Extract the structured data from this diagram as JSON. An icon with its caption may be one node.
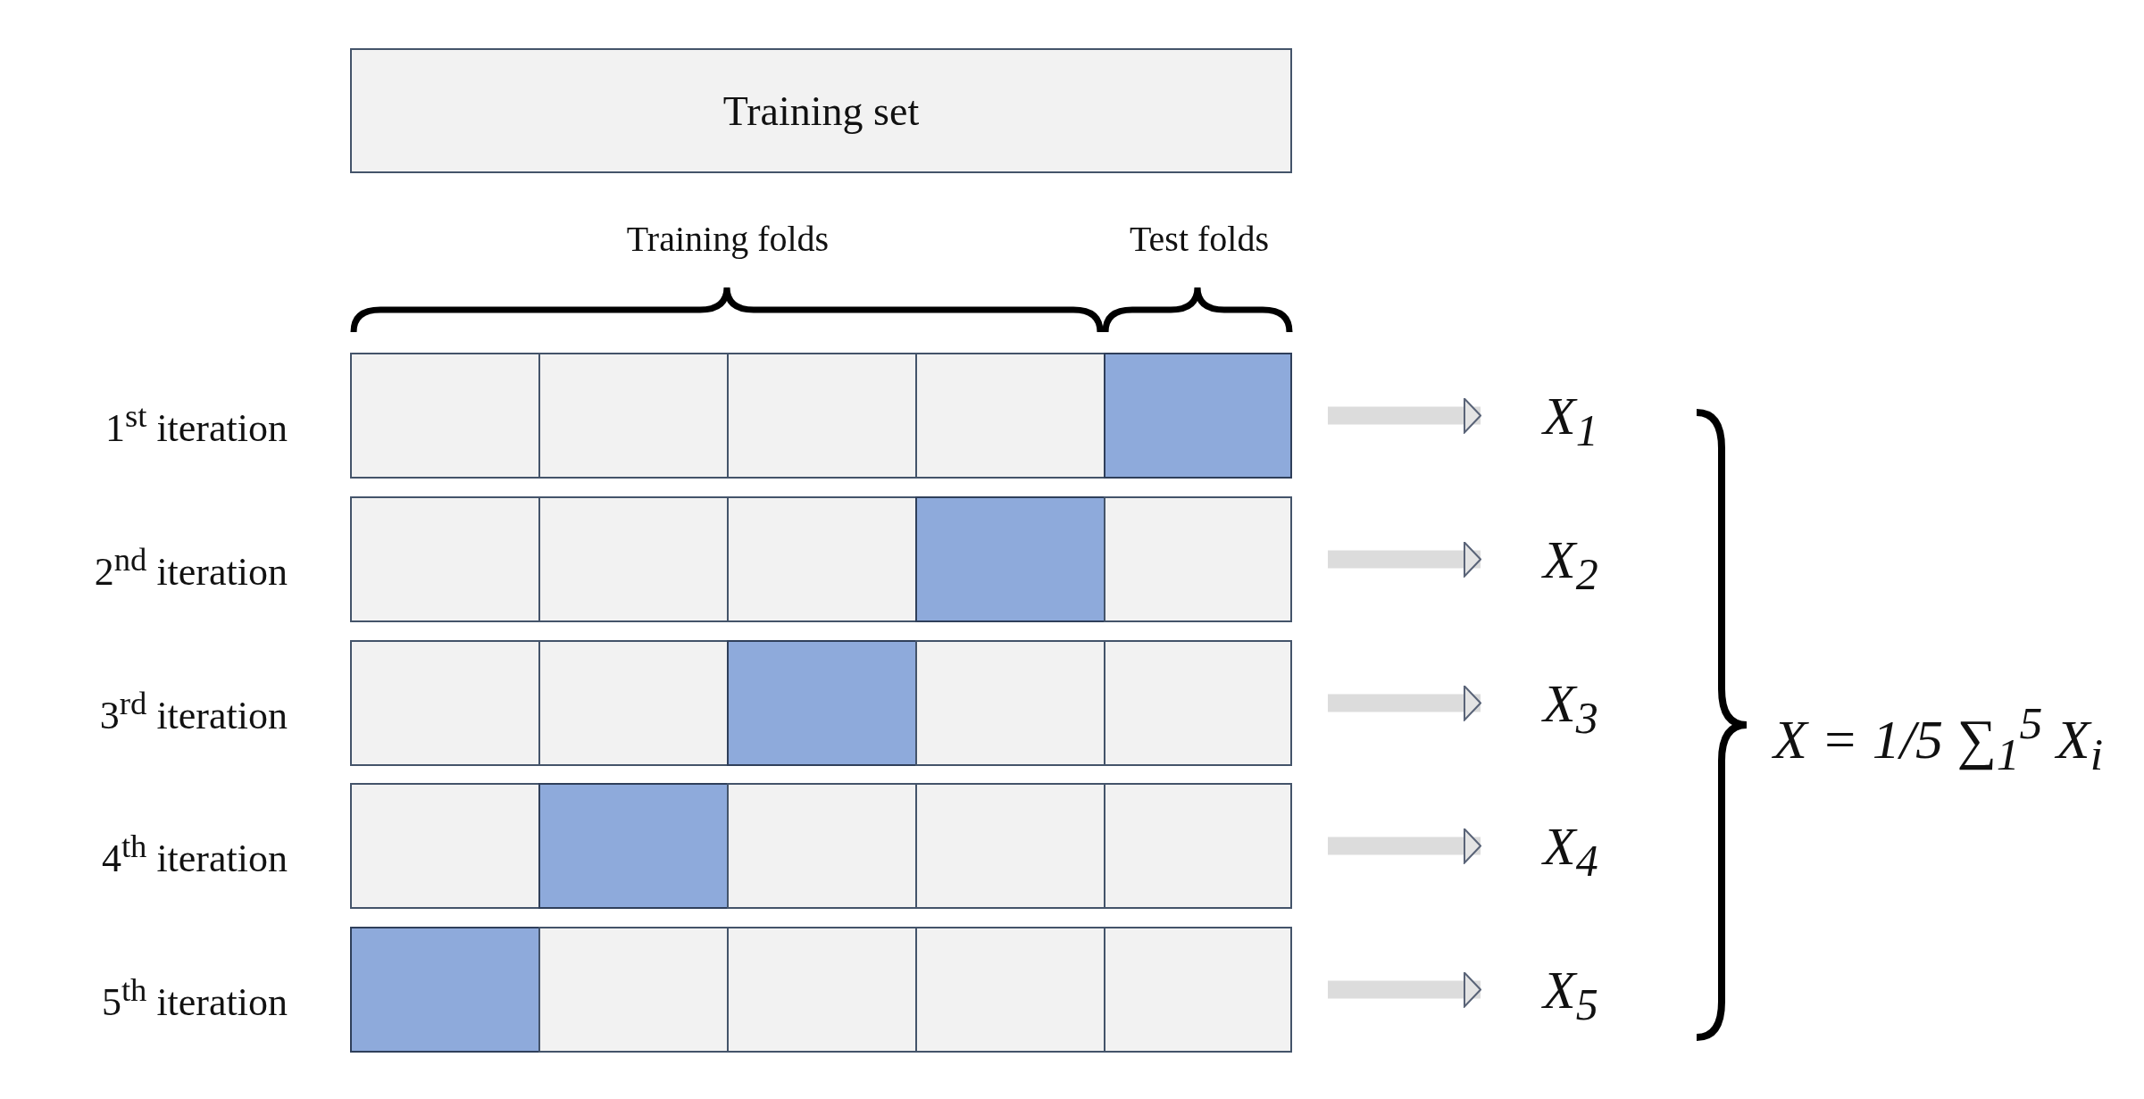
{
  "diagram": {
    "nodes": [
      {
        "text": [
          "Training set"
        ]
      },
      {
        "text": [],
        "shape": "bar",
        "beside": [
          "1$^{st}$ iteration"
        ]
      },
      {
        "text": [],
        "shape": "box",
        "in": 1
      },
      {
        "text": [],
        "shape": "box",
        "in": 1
      },
      {
        "text": [],
        "shape": "box",
        "in": 1
      },
      {
        "text": [],
        "shape": "box",
        "in": 1
      },
      {
        "text": [],
        "shape": "box",
        "in": 1
      },
      {
        "text": [],
        "shape": "bar",
        "beside": [
          "2$^{nd}$ iteration"
        ]
      },
      {
        "text": [],
        "shape": "box",
        "in": 7
      },
      {
        "text": [],
        "shape": "box",
        "in": 7
      },
      {
        "text": [],
        "shape": "box",
        "in": 7
      },
      {
        "text": [],
        "shape": "box",
        "in": 7
      },
      {
        "text": [],
        "shape": "box",
        "in": 7
      },
      {
        "text": [],
        "shape": "bar",
        "beside": [
          "3$^{rd}$ iteration"
        ]
      },
      {
        "text": [],
        "shape": "box",
        "in": 13
      },
      {
        "text": [],
        "shape": "box",
        "in": 13
      },
      {
        "text": [],
        "shape": "box",
        "in": 13
      },
      {
        "text": [],
        "shape": "box",
        "in": 13
      },
      {
        "text": [],
        "shape": "box",
        "in": 13
      },
      {
        "text": [],
        "shape": "bar",
        "beside": [
          "4$^{th}$ iteration"
        ]
      },
      {
        "text": [],
        "shape": "box",
        "in": 19
      },
      {
        "text": [],
        "shape": "box",
        "in": 19
      },
      {
        "text": [],
        "shape": "box",
        "in": 19
      },
      {
        "text": [],
        "shape": "box",
        "in": 19
      },
      {
        "text": [],
        "shape": "box",
        "in": 19
      },
      {
        "text": [],
        "shape": "bar",
        "beside": [
          "5$^{th}$ iteration"
        ]
      },
      {
        "text": [],
        "shape": "box",
        "in": 25
      },
      {
        "text": [],
        "shape": "box",
        "in": 25
      },
      {
        "text": [],
        "shape": "box",
        "in": 25
      },
      {
        "text": [],
        "shape": "box",
        "in": 25
      },
      {
        "text": [],
        "shape": "box",
        "in": 25
      },
      {
        "text": [
          "X$_{1}$"
        ]
      },
      {
        "text": [
          "X$_{2}$"
        ]
      },
      {
        "text": [
          "X$_{3}$"
        ]
      },
      {
        "text": [
          "X$_{4}$"
        ]
      },
      {
        "text": [
          "X$_{5}$"
        ]
      }
    ],
    "edges": [
      {
        "from": 1,
        "to": 31,
        "arrow": "to"
      },
      {
        "from": 7,
        "to": 32,
        "arrow": "to"
      },
      {
        "from": 13,
        "to": 33,
        "arrow": "to"
      },
      {
        "from": 19,
        "to": 34,
        "arrow": "to"
      },
      {
        "from": 25,
        "to": 35,
        "arrow": "to"
      }
    ],
    "labels": [
      "Training folds",
      "Test folds",
      "X = 1/5 ∑$_{1}$$^{5}$ X$_{i}$"
    ]
  }
}
